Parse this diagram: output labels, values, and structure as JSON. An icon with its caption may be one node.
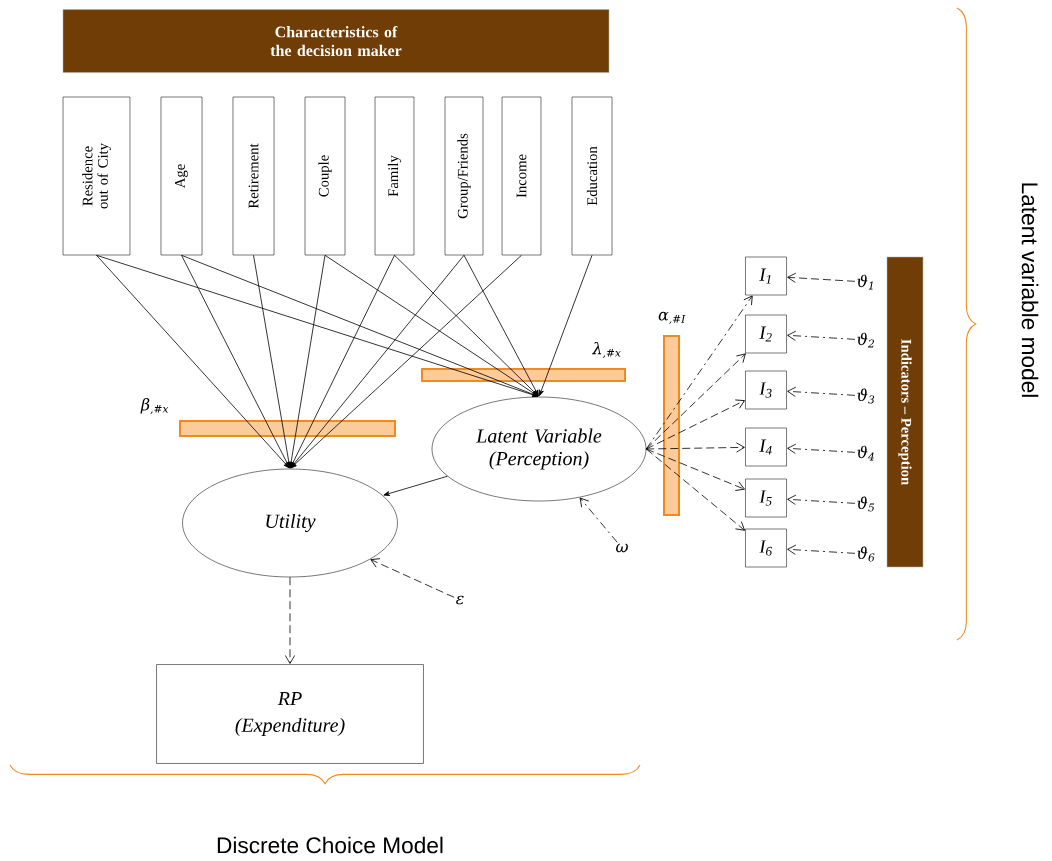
{
  "diagram": {
    "nodes": [
      {
        "text": [
          "Characteristics of the decision maker"
        ]
      },
      {
        "text": [
          "Residence out of City"
        ]
      },
      {
        "text": [
          "Age"
        ]
      },
      {
        "text": [
          "Retirement"
        ]
      },
      {
        "text": [
          "Couple"
        ]
      },
      {
        "text": [
          "Family"
        ]
      },
      {
        "text": [
          "Group/Friends"
        ]
      },
      {
        "text": [
          "Income"
        ]
      },
      {
        "text": [
          "Education"
        ]
      },
      {
        "text": [
          "Latent Variable (Perception)"
        ]
      },
      {
        "text": [
          "Utility"
        ]
      },
      {
        "text": [
          "RP",
          "(Expenditure)"
        ]
      },
      {
        "text": [
          "I$_{1}$"
        ]
      },
      {
        "text": [
          "I$_{2}$"
        ]
      },
      {
        "text": [
          "I$_{3}$"
        ]
      },
      {
        "text": [
          "I$_{4}$"
        ]
      },
      {
        "text": [
          "I$_{5}$"
        ]
      },
      {
        "text": [
          "I$_{6}$"
        ]
      },
      {
        "text": [
          "ϑ$_{1}$"
        ]
      },
      {
        "text": [
          "ϑ$_{2}$"
        ]
      },
      {
        "text": [
          "ϑ$_{3}$"
        ]
      },
      {
        "text": [
          "ϑ$_{4}$"
        ]
      },
      {
        "text": [
          "ϑ$_{5}$"
        ]
      },
      {
        "text": [
          "ϑ$_{6}$"
        ]
      },
      {
        "text": [
          "ω"
        ]
      },
      {
        "text": [
          "ε"
        ]
      },
      {
        "text": [
          "Indicators – Perception"
        ]
      }
    ],
    "edges": [
      {
        "from": 1,
        "to": 10,
        "arrow": "to"
      },
      {
        "from": 1,
        "to": 9,
        "arrow": "to"
      },
      {
        "from": 2,
        "to": 10,
        "arrow": "to"
      },
      {
        "from": 2,
        "to": 9,
        "arrow": "to"
      },
      {
        "from": 3,
        "to": 10,
        "arrow": "to"
      },
      {
        "from": 4,
        "to": 10,
        "arrow": "to"
      },
      {
        "from": 4,
        "to": 9,
        "arrow": "to"
      },
      {
        "from": 5,
        "to": 10,
        "arrow": "to"
      },
      {
        "from": 5,
        "to": 9,
        "arrow": "to"
      },
      {
        "from": 6,
        "to": 10,
        "arrow": "to"
      },
      {
        "from": 6,
        "to": 9,
        "arrow": "to"
      },
      {
        "from": 7,
        "to": 10,
        "arrow": "to"
      },
      {
        "from": 8,
        "to": 9,
        "arrow": "to"
      },
      {
        "from": 9,
        "to": 10,
        "arrow": "to"
      },
      {
        "from": 10,
        "to": 11,
        "arrow": "to",
        "style": "dashed"
      },
      {
        "from": 25,
        "to": 10,
        "arrow": "to",
        "style": "dashed"
      },
      {
        "from": 24,
        "to": 9,
        "arrow": "to",
        "style": "dashed"
      },
      {
        "from": 9,
        "to": 12,
        "arrow": "to",
        "style": "dashed"
      },
      {
        "from": 9,
        "to": 13,
        "arrow": "to",
        "style": "dashed"
      },
      {
        "from": 9,
        "to": 14,
        "arrow": "to",
        "style": "dashed"
      },
      {
        "from": 9,
        "to": 15,
        "arrow": "to",
        "style": "dashed"
      },
      {
        "from": 9,
        "to": 16,
        "arrow": "to",
        "style": "dashed"
      },
      {
        "from": 9,
        "to": 17,
        "arrow": "to",
        "style": "dashed"
      },
      {
        "from": 18,
        "to": 12,
        "arrow": "to",
        "style": "dashed"
      },
      {
        "from": 19,
        "to": 13,
        "arrow": "to",
        "style": "dashed"
      },
      {
        "from": 20,
        "to": 14,
        "arrow": "to",
        "style": "dashed"
      },
      {
        "from": 21,
        "to": 15,
        "arrow": "to",
        "style": "dashed"
      },
      {
        "from": 22,
        "to": 16,
        "arrow": "to",
        "style": "dashed"
      },
      {
        "from": 23,
        "to": 17,
        "arrow": "to",
        "style": "dashed"
      }
    ],
    "labels": [
      "α$_{,#I}$",
      "λ$_{,#x}$",
      "β$_{,#x}$",
      "Latent variable model",
      "Discrete Choice Model"
    ]
  }
}
